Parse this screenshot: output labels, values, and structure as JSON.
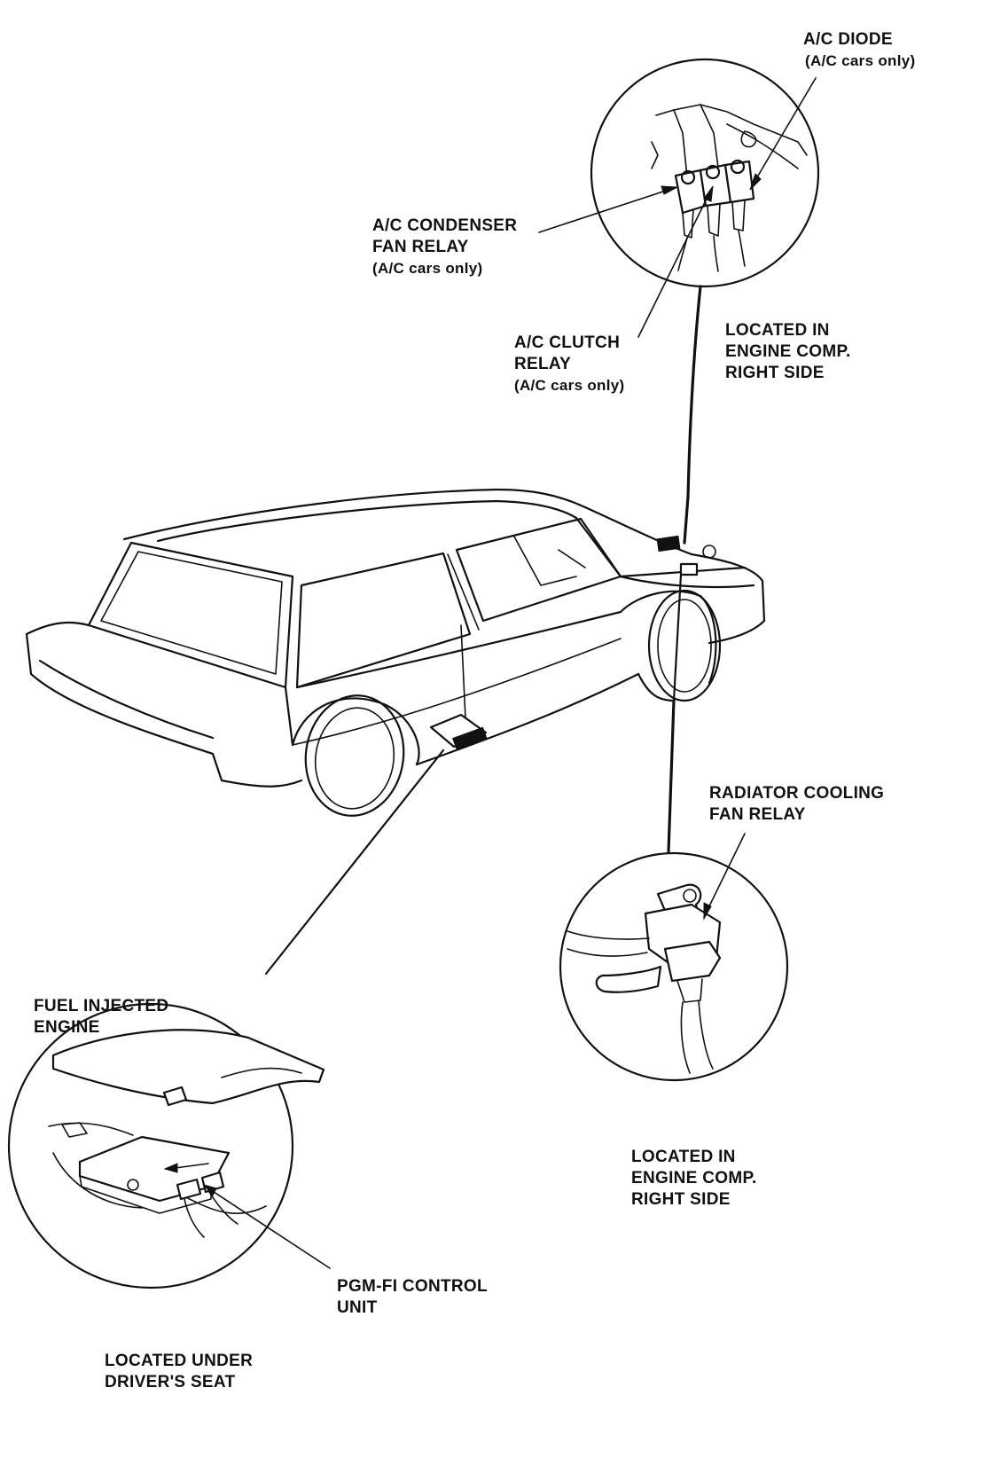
{
  "labels": {
    "ac_diode": {
      "line1": "A/C DIODE",
      "line2": "(A/C cars only)"
    },
    "ac_condenser_fan_relay": {
      "line1": "A/C CONDENSER",
      "line2": "FAN RELAY",
      "line3": "(A/C cars only)"
    },
    "ac_clutch_relay": {
      "line1": "A/C CLUTCH",
      "line2": "RELAY",
      "line3": "(A/C cars only)"
    },
    "top_location": {
      "line1": "LOCATED IN",
      "line2": "ENGINE COMP.",
      "line3": "RIGHT SIDE"
    },
    "radiator_fan_relay": {
      "line1": "RADIATOR COOLING",
      "line2": "FAN RELAY"
    },
    "right_location": {
      "line1": "LOCATED IN",
      "line2": "ENGINE COMP.",
      "line3": "RIGHT SIDE"
    },
    "fuel_injected": {
      "line1": "FUEL INJECTED",
      "line2": "ENGINE"
    },
    "pgm_fi_unit": {
      "line1": "PGM-FI CONTROL",
      "line2": "UNIT"
    },
    "bottom_location": {
      "line1": "LOCATED UNDER",
      "line2": "DRIVER'S SEAT"
    }
  }
}
